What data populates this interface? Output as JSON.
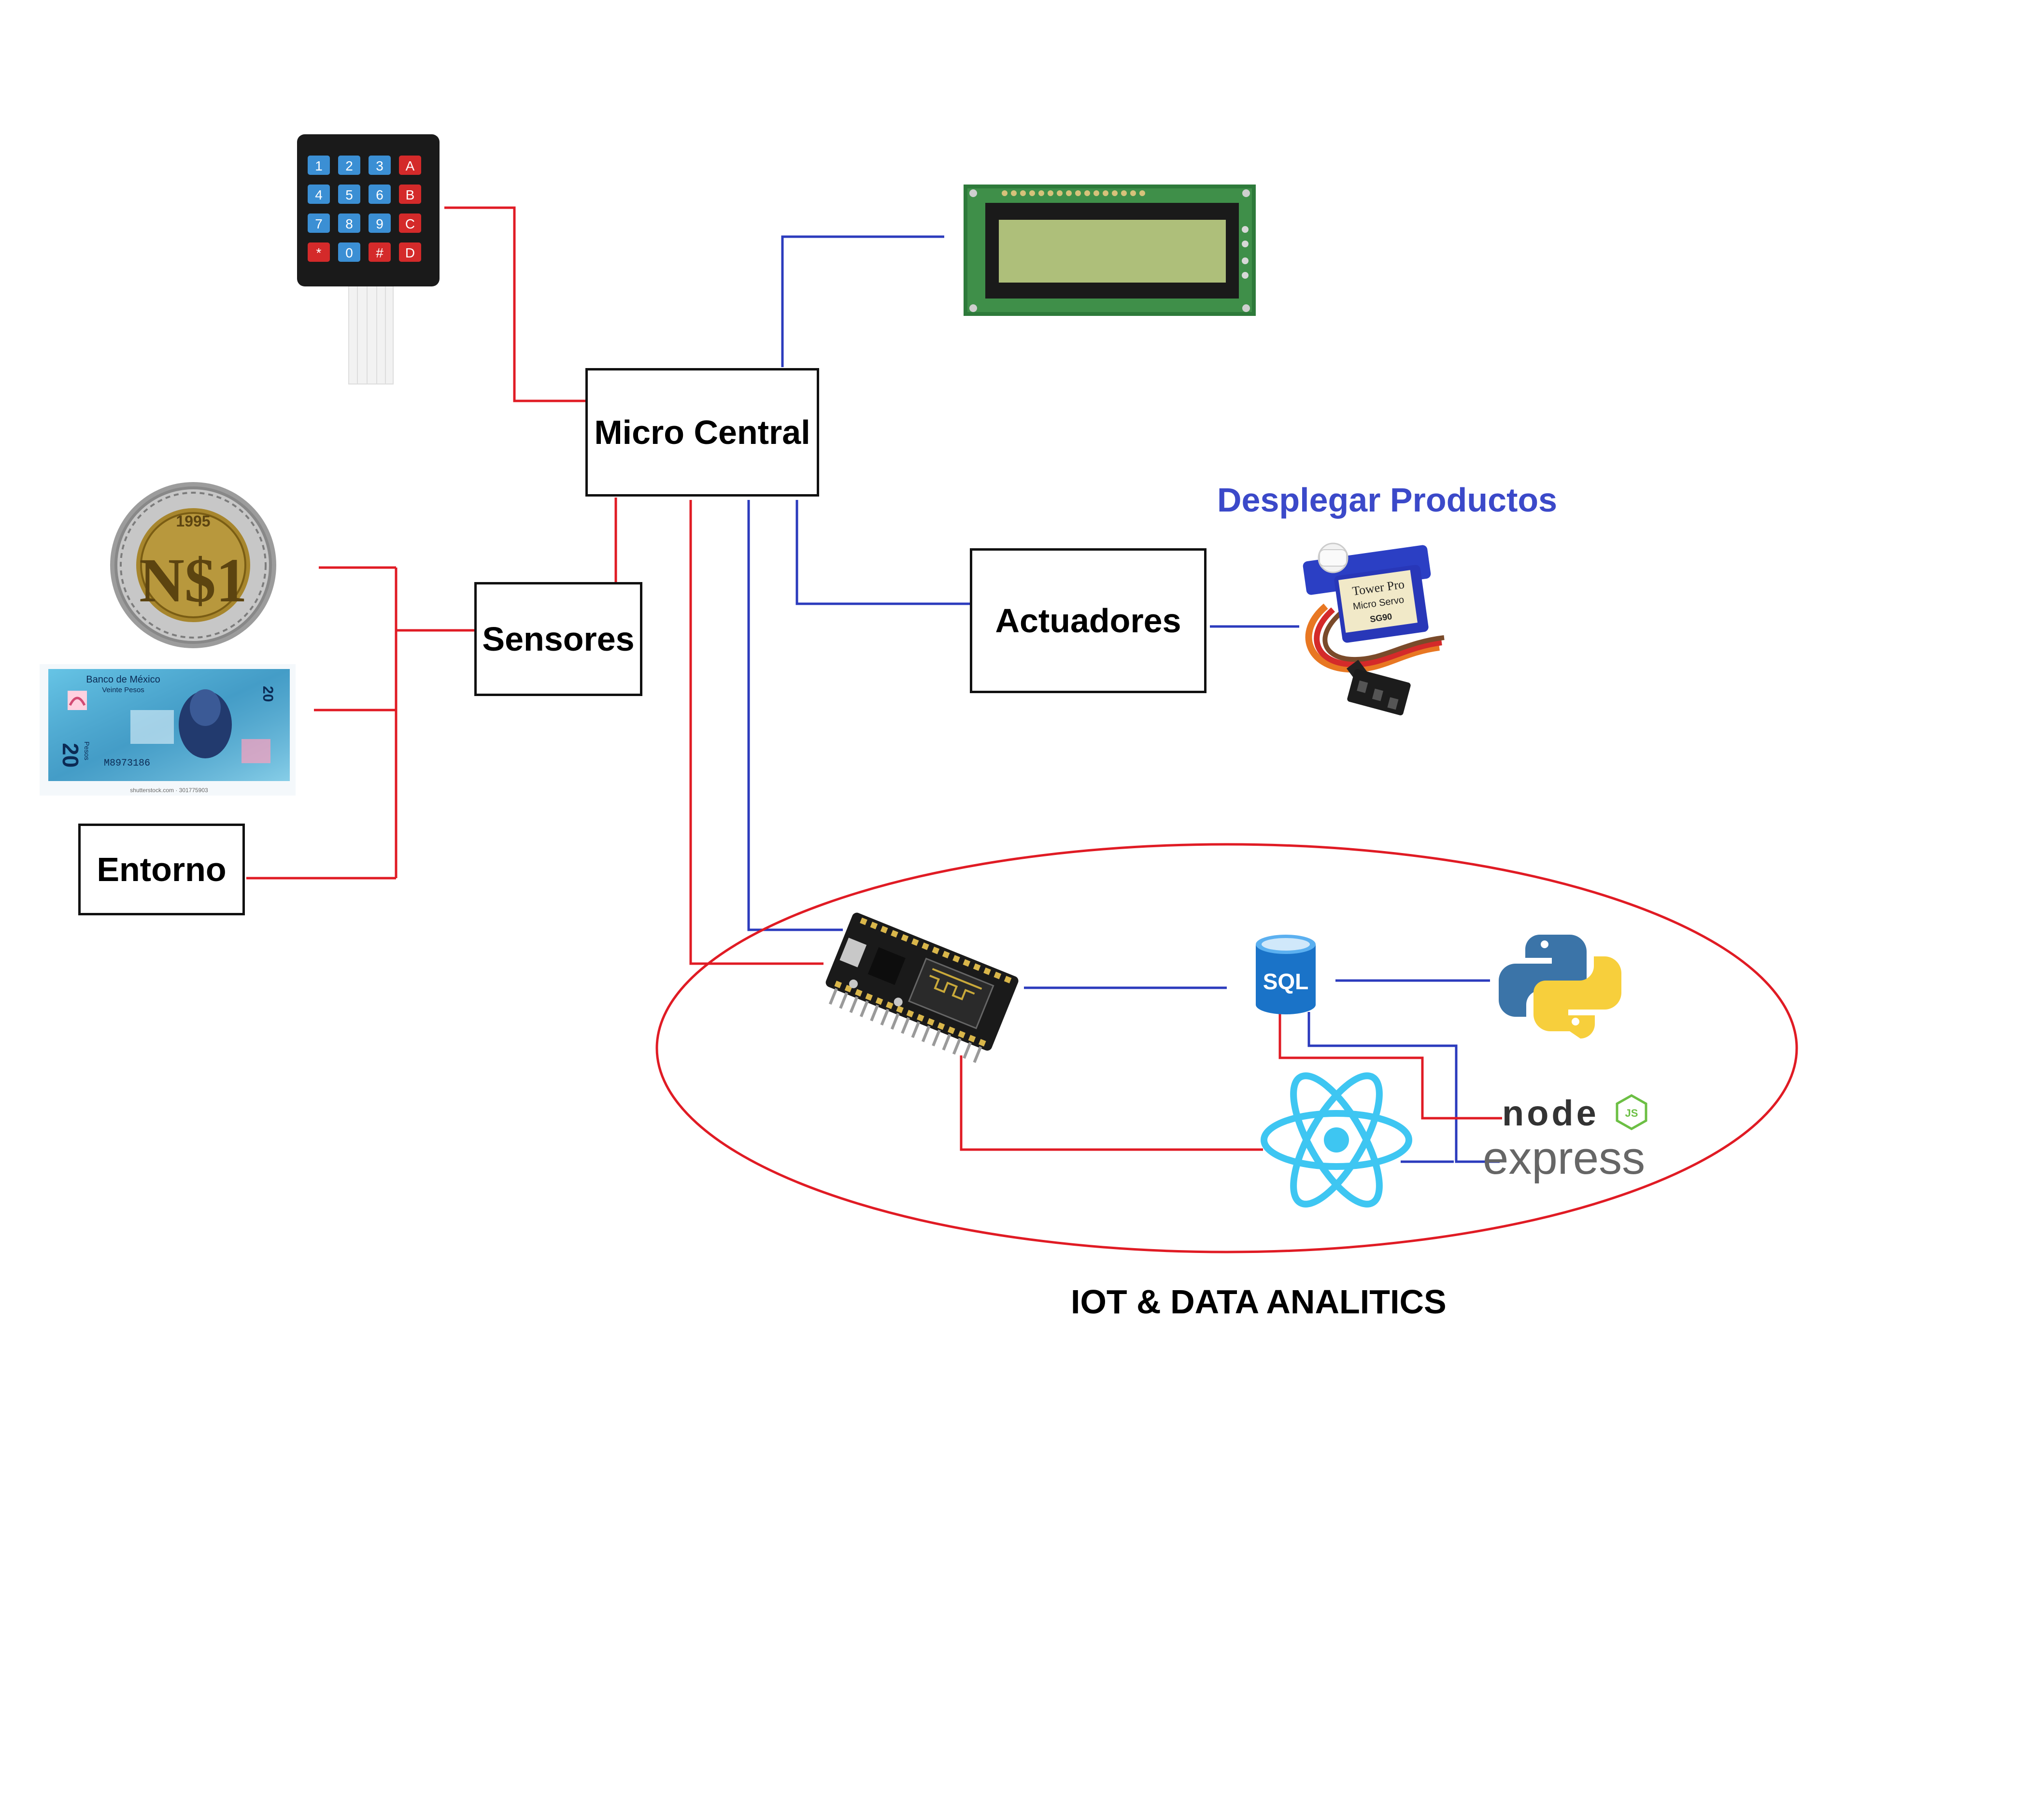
{
  "nodes": {
    "micro_central": "Micro Central",
    "sensores": "Sensores",
    "actuadores": "Actuadores",
    "entorno": "Entorno"
  },
  "labels": {
    "desplegar": "Desplegar Productos",
    "iot": "IOT & DATA ANALITICS"
  },
  "devices": {
    "keypad_keys": [
      "1",
      "2",
      "3",
      "A",
      "4",
      "5",
      "6",
      "B",
      "7",
      "8",
      "9",
      "C",
      "*",
      "0",
      "#",
      "D"
    ],
    "coin_year": "1995",
    "coin_text": "N$1",
    "bill_bank": "Banco de México",
    "bill_sub": "Veinte Pesos",
    "bill_value": "20",
    "bill_unit": "Pesos",
    "bill_serial": "M8973186",
    "bill_credit": "shutterstock.com · 301775903",
    "servo_brand": "Tower Pro",
    "servo_sub": "Micro Servo",
    "servo_model": "SG90",
    "sql": "SQL",
    "node_logo": "node",
    "js_badge": "JS",
    "express_logo": "express"
  },
  "colors": {
    "red_line": "#e01b24",
    "blue_line": "#2b3bbd",
    "label_blue": "#3b49c9",
    "ellipse": "#e01b24"
  },
  "icons": [
    "keypad-icon",
    "lcd-display-icon",
    "coin-icon",
    "banknote-icon",
    "servo-icon",
    "nodemcu-icon",
    "sql-database-icon",
    "python-icon",
    "react-icon",
    "node-express-icon"
  ]
}
